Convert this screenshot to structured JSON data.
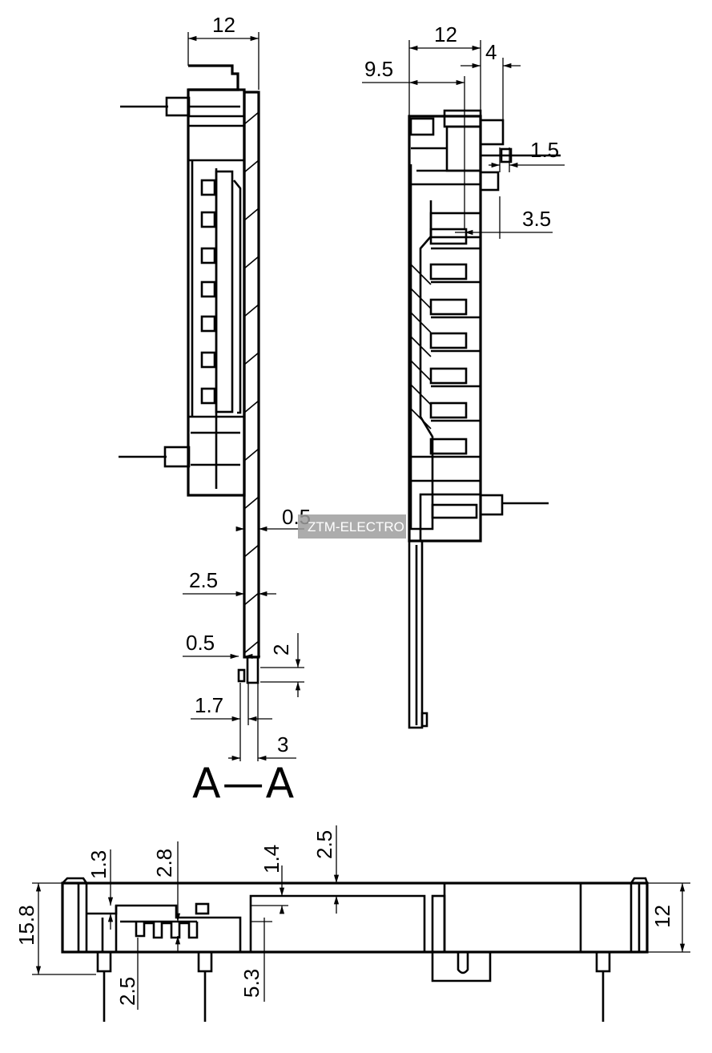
{
  "section_label": "A—A",
  "watermark": "ZTM-ELECTRO",
  "left_view": {
    "dims": {
      "top_width": "12",
      "plate_thickness": "0.5",
      "pin_depth": "2.5",
      "pin_tip": "0.5",
      "pin_length": "2",
      "pin_offset": "1.7",
      "pin_pitch": "3"
    }
  },
  "right_view": {
    "dims": {
      "width": "12",
      "tab_width": "4",
      "body_depth": "9.5",
      "pin_offset": "1.5",
      "step": "3.5"
    }
  },
  "bottom_view": {
    "dims": {
      "height_left": "15.8",
      "step_a": "1.3",
      "comb_height": "2.8",
      "slot_depth": "1.4",
      "top_offset": "2.5",
      "pin_length": "2.5",
      "body_height": "5.3",
      "height_right": "12"
    }
  }
}
